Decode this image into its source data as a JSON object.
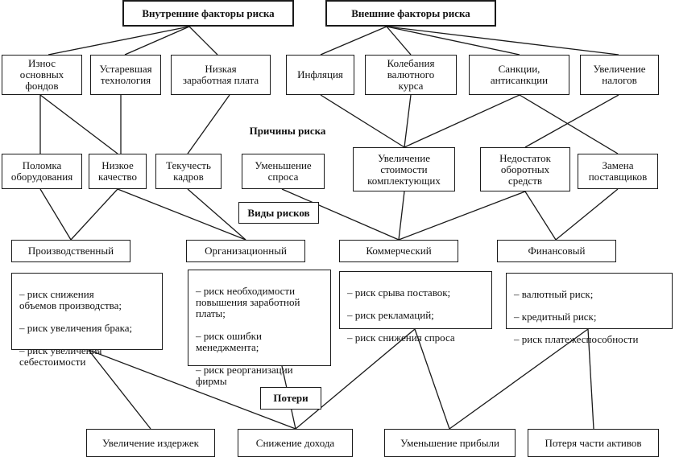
{
  "headers": {
    "internal": "Внутренние факторы риска",
    "external": "Внешние факторы риска"
  },
  "section_labels": {
    "causes": "Причины риска",
    "types": "Виды рисков",
    "losses": "Потери"
  },
  "internal_factors": {
    "wear": "Износ\nосновных\nфондов",
    "tech": "Устаревшая\nтехнология",
    "salary": "Низкая\nзаработная плата"
  },
  "external_factors": {
    "inflation": "Инфляция",
    "currency": "Колебания\nвалютного\nкурса",
    "sanctions": "Санкции,\nантисанкции",
    "taxes": "Увеличение\nналогов"
  },
  "causes": {
    "breakdown": "Поломка\nоборудования",
    "quality": "Низкое\nкачество",
    "turnover": "Текучесть\nкадров",
    "demand": "Уменьшение\nспроса",
    "components": "Увеличение\nстоимости\nкомплектующих",
    "working_capital": "Недостаток\nоборотных\nсредств",
    "suppliers": "Замена\nпоставщиков"
  },
  "risk_types": {
    "production": "Производственный",
    "organizational": "Организационный",
    "commercial": "Коммерческий",
    "financial": "Финансовый"
  },
  "risk_lists": {
    "production": [
      "– риск снижения\nобъемов производства;",
      "– риск увеличения брака;",
      "– риск увеличения\nсебестоимости"
    ],
    "organizational": [
      "– риск необходимости\nповышения заработной\nплаты;",
      "– риск ошибки\nменеджмента;",
      "– риск реорганизации\nфирмы"
    ],
    "commercial": [
      "– риск срыва поставок;",
      "– риск рекламаций;",
      "– риск снижения спроса"
    ],
    "financial": [
      "– валютный риск;",
      "– кредитный риск;",
      "– риск платежеспособности"
    ]
  },
  "losses": {
    "costs": "Увеличение издержек",
    "income": "Снижение дохода",
    "profit": "Уменьшение прибыли",
    "assets": "Потеря части активов"
  }
}
